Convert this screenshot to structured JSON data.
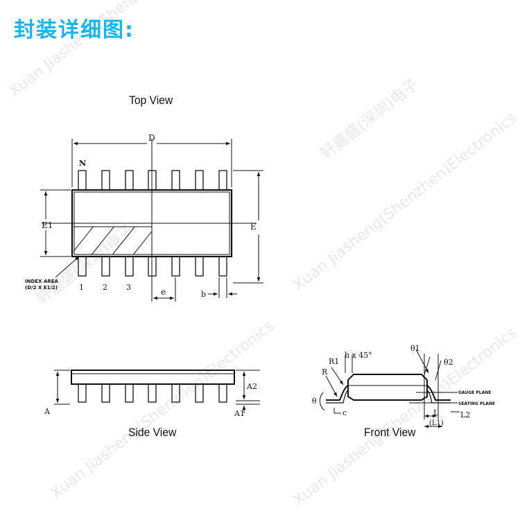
{
  "title": "封装详细图:",
  "views": {
    "top": "Top View",
    "side": "Side View",
    "front": "Front View"
  },
  "top_view": {
    "dim_D": "D",
    "dim_E": "E",
    "dim_E1": "E1",
    "dim_e": "e",
    "dim_b": "b",
    "pin_N": "N",
    "pin_1": "1",
    "pin_2": "2",
    "pin_3": "3",
    "index_area_line1": "INDEX AREA",
    "index_area_line2": "(D/2 X E1/2)"
  },
  "side_view": {
    "dim_A": "A",
    "dim_A1": "A1",
    "dim_A2": "A2"
  },
  "front_view": {
    "dim_h": "h x 45°",
    "dim_R1": "R1",
    "dim_R": "R",
    "dim_theta": "θ",
    "dim_theta1": "θ1",
    "dim_theta2": "θ2",
    "dim_c": "c",
    "dim_L": "L",
    "dim_L1": "(L1)",
    "dim_L2": "L2",
    "gauge_plane": "GAUGE PLANE",
    "seating_plane": "SEATING PLANE"
  },
  "watermark": {
    "line1": "Xuan Jiasheng(Shenzhen)Electronics",
    "line2": "轩嘉盛(深圳)电子"
  }
}
